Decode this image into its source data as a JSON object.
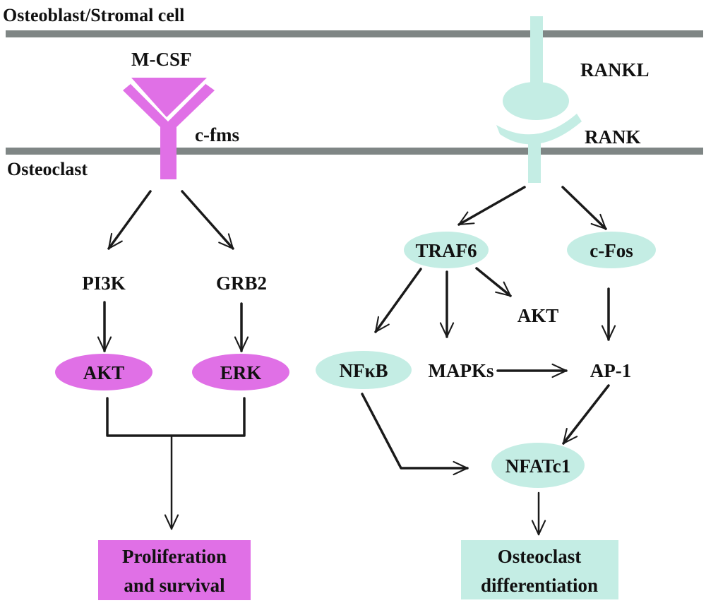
{
  "colors": {
    "mcsf_pathway": "#e070e6",
    "rankl_pathway": "#c4ede4",
    "membrane": "#7f8685",
    "arrow": "#1a1a1a"
  },
  "compartments": {
    "upper": "Osteoblast/Stromal cell",
    "lower": "Osteoclast"
  },
  "left_pathway": {
    "ligand": "M-CSF",
    "receptor": "c-fms",
    "nodes": {
      "pi3k": "PI3K",
      "grb2": "GRB2",
      "akt": "AKT",
      "erk": "ERK"
    },
    "outcome_line1": "Proliferation",
    "outcome_line2": "and survival"
  },
  "right_pathway": {
    "ligand": "RANKL",
    "receptor": "RANK",
    "nodes": {
      "traf6": "TRAF6",
      "cfos": "c-Fos",
      "akt": "AKT",
      "nfkb": "NFκB",
      "mapks": "MAPKs",
      "ap1": "AP-1",
      "nfatc1": "NFATc1"
    },
    "outcome_line1": "Osteoclast",
    "outcome_line2": "differentiation"
  },
  "edges": [
    [
      "c-fms",
      "PI3K"
    ],
    [
      "c-fms",
      "GRB2"
    ],
    [
      "PI3K",
      "AKT"
    ],
    [
      "GRB2",
      "ERK"
    ],
    [
      "AKT+ERK",
      "Proliferation and survival"
    ],
    [
      "RANK",
      "TRAF6"
    ],
    [
      "RANK",
      "c-Fos"
    ],
    [
      "TRAF6",
      "NFκB"
    ],
    [
      "TRAF6",
      "MAPKs"
    ],
    [
      "TRAF6",
      "AKT"
    ],
    [
      "c-Fos",
      "AP-1"
    ],
    [
      "MAPKs",
      "AP-1"
    ],
    [
      "NFκB",
      "NFATc1"
    ],
    [
      "AP-1",
      "NFATc1"
    ],
    [
      "NFATc1",
      "Osteoclast differentiation"
    ]
  ]
}
